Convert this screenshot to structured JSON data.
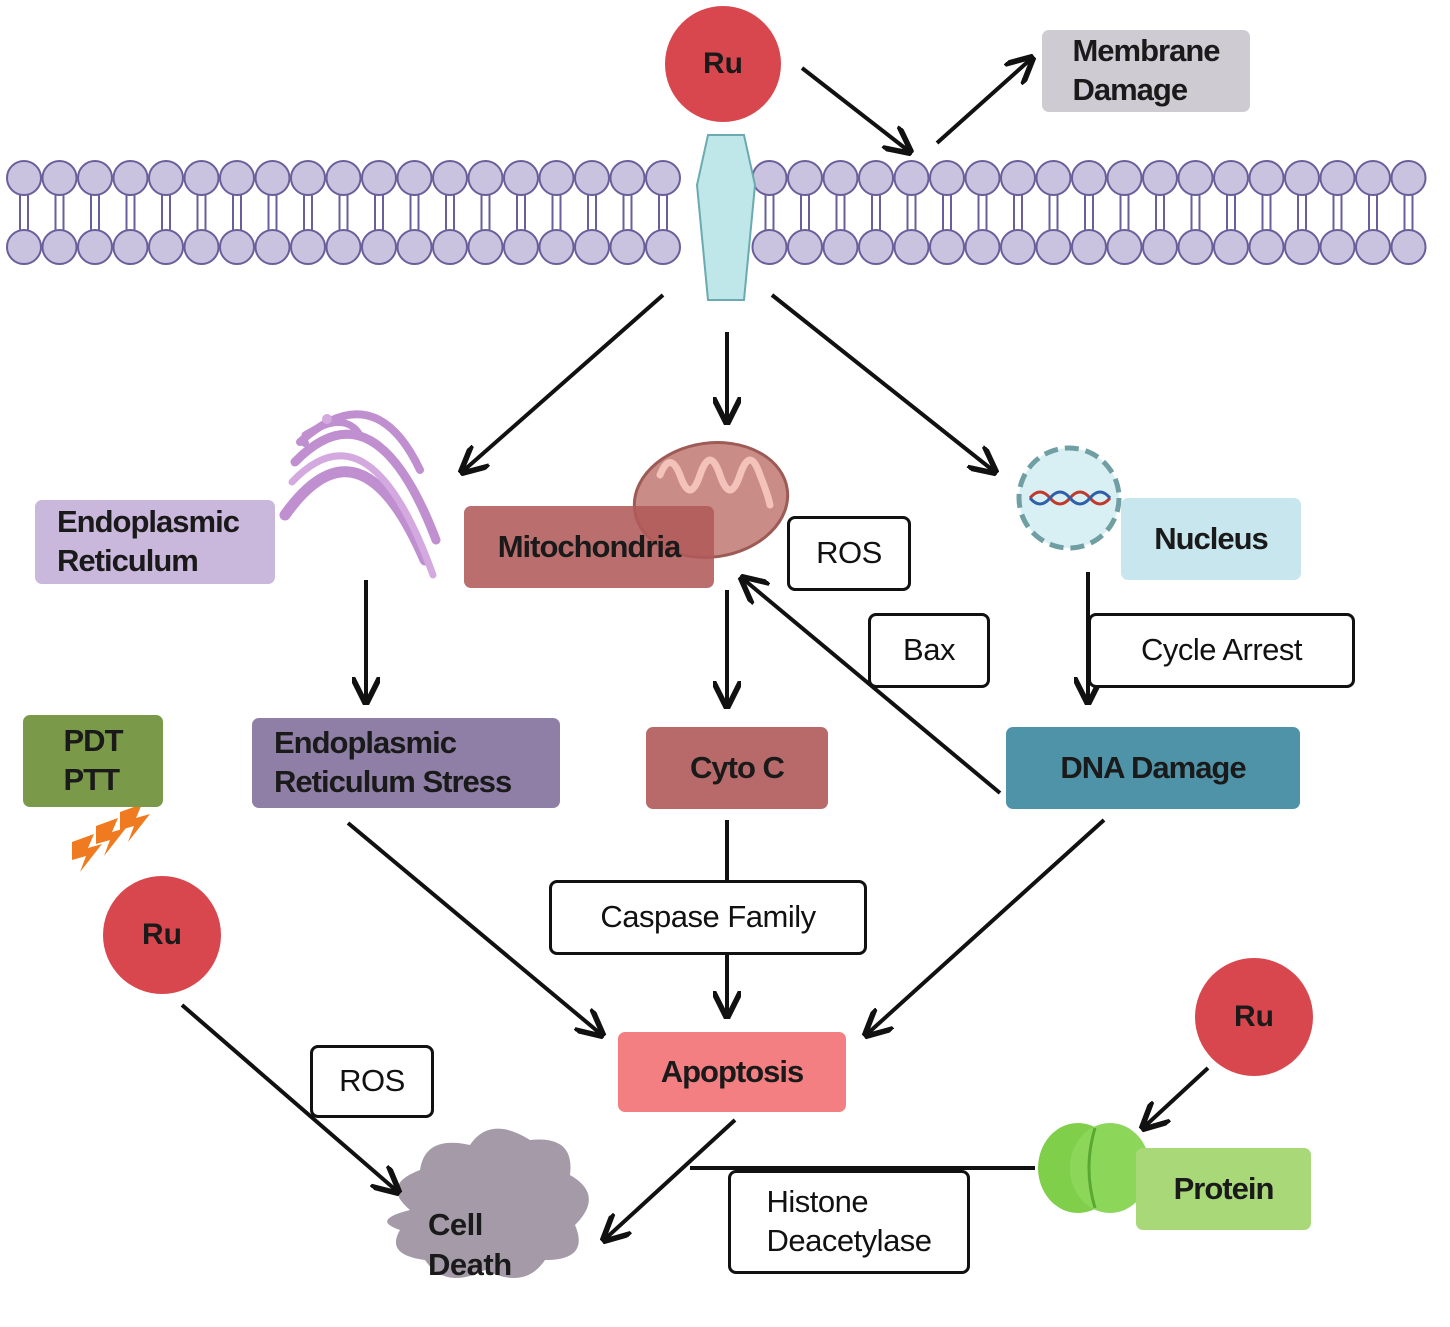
{
  "ru_label": "Ru",
  "membrane_damage": "Membrane\nDamage",
  "organelles": {
    "er": "Endoplasmic\nReticulum",
    "mitochondria": "Mitochondria",
    "nucleus": "Nucleus"
  },
  "effects": {
    "er_stress": "Endoplasmic\nReticulum Stress",
    "cyto_c": "Cyto C",
    "dna_damage": "DNA Damage",
    "apoptosis": "Apoptosis",
    "cell_death": "Cell\nDeath",
    "pdt_ptt": "PDT\nPTT",
    "protein": "Protein"
  },
  "edge_labels": {
    "ros_mito": "ROS",
    "bax": "Bax",
    "cycle_arrest": "Cycle Arrest",
    "caspase": "Caspase  Family",
    "ros_death": "ROS",
    "histone": "Histone\nDeacetylase"
  },
  "colors": {
    "ru": "#d9474e",
    "membrane": "#c9c3df",
    "channel": "#bfe6e8",
    "er": "#c9b7dc",
    "mito": "#b05a5a",
    "nucleus": "#c8e6ee",
    "er_stress": "#8f7fa6",
    "cyto_c": "#b86a6a",
    "dna_damage": "#4f93a8",
    "apoptosis": "#f47f82",
    "cell_death": "#a49aa8",
    "pdt": "#7a9a4a",
    "protein": "#a8d878",
    "membrane_damage": "#cfcbd3"
  }
}
